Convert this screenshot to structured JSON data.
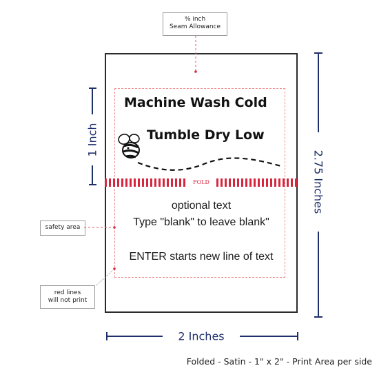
{
  "callouts": {
    "seam_line1": "⅜ inch",
    "seam_line2": "Seam Allowance",
    "safety": "safety area",
    "red_line1": "red lines",
    "red_line2": "will not print"
  },
  "dimensions": {
    "height_partial": "1 Inch",
    "height_total": "2.75 Inches",
    "width": "2 Inches"
  },
  "label": {
    "care_line1": "Machine Wash Cold",
    "care_line2": "Tumble Dry Low",
    "fold": "FOLD",
    "optional_line1": "optional text",
    "optional_line2": "Type \"blank\" to leave blank\"",
    "enter_line": "ENTER starts new line of text"
  },
  "footer": "Folded - Satin - 1\" x 2\" - Print Area per side",
  "colors": {
    "dimension_navy": "#1f2f6b",
    "fold_red": "#d7263d",
    "safety_pink": "#f08a8a"
  }
}
